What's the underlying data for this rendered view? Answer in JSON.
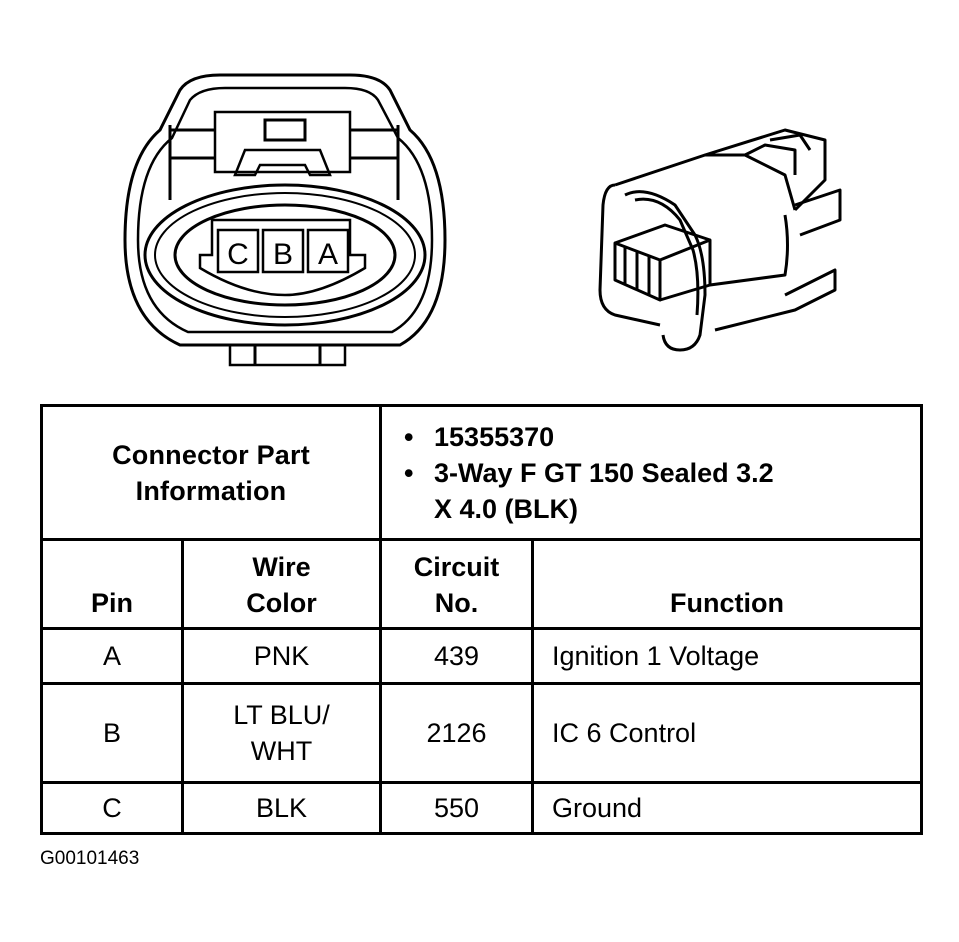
{
  "connector_face": {
    "cavity_labels": [
      "C",
      "B",
      "A"
    ]
  },
  "part_info": {
    "label": "Connector Part Information",
    "label_line1": "Connector Part",
    "label_line2": "Information",
    "items": [
      "15355370",
      "3-Way F GT 150 Sealed 3.2 X 4.0 (BLK)"
    ],
    "item2_line1": "3-Way F GT 150 Sealed 3.2",
    "item2_line2": "X 4.0 (BLK)"
  },
  "table": {
    "headers": {
      "pin": "Pin",
      "wire_color_line1": "Wire",
      "wire_color_line2": "Color",
      "circuit_line1": "Circuit",
      "circuit_line2": "No.",
      "function": "Function"
    },
    "rows": [
      {
        "pin": "A",
        "wire_color": "PNK",
        "wire_color_line1": "PNK",
        "wire_color_line2": "",
        "circuit": "439",
        "function": "Ignition 1 Voltage"
      },
      {
        "pin": "B",
        "wire_color": "LT BLU/WHT",
        "wire_color_line1": "LT BLU/",
        "wire_color_line2": "WHT",
        "circuit": "2126",
        "function": "IC 6 Control"
      },
      {
        "pin": "C",
        "wire_color": "BLK",
        "wire_color_line1": "BLK",
        "wire_color_line2": "",
        "circuit": "550",
        "function": "Ground"
      }
    ]
  },
  "figure_id": "G00101463"
}
